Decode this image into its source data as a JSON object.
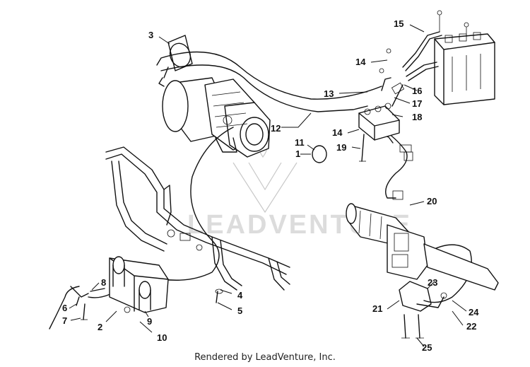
{
  "watermark": {
    "text": "LEADVENTURE"
  },
  "footer": {
    "credit": "Rendered by LeadVenture, Inc."
  },
  "callouts": [
    "1",
    "2",
    "3",
    "4",
    "5",
    "6",
    "7",
    "8",
    "9",
    "10",
    "11",
    "12",
    "13",
    "14",
    "14",
    "15",
    "16",
    "17",
    "18",
    "19",
    "20",
    "21",
    "22",
    "23",
    "24",
    "25"
  ]
}
